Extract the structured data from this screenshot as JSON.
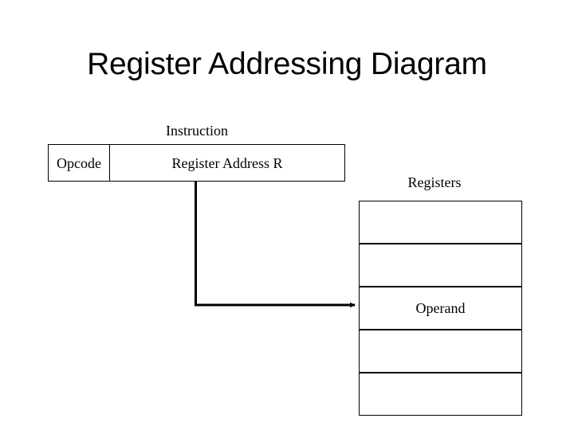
{
  "slide": {
    "title": "Register Addressing Diagram",
    "background_color": "#ffffff",
    "line_color": "#000000",
    "text_color": "#000000"
  },
  "instruction": {
    "caption": "Instruction",
    "fields": [
      {
        "label": "Opcode"
      },
      {
        "label": "Register Address R"
      }
    ]
  },
  "connector": {
    "label": "",
    "from": "register-address-field",
    "to": "register-operand-row",
    "arrowhead": "right"
  },
  "registers": {
    "caption": "Registers",
    "rows": [
      {
        "label": ""
      },
      {
        "label": ""
      },
      {
        "label": "Operand"
      },
      {
        "label": ""
      },
      {
        "label": ""
      }
    ]
  }
}
